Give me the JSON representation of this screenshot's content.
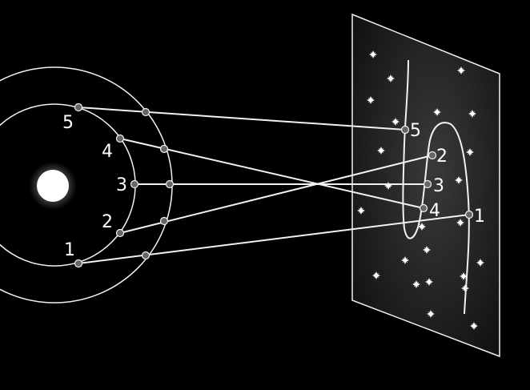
{
  "colors": {
    "background": "#000000",
    "line": "#f2f2f2",
    "node_fill": "#666666",
    "sun": "#ffffff",
    "screen_center": "#3a3a3a",
    "screen_edge": "#0d0d0d"
  },
  "diagram": {
    "orbit_labels": [
      "1",
      "2",
      "3",
      "4",
      "5"
    ],
    "projection_labels": [
      "1",
      "2",
      "3",
      "4",
      "5"
    ]
  }
}
